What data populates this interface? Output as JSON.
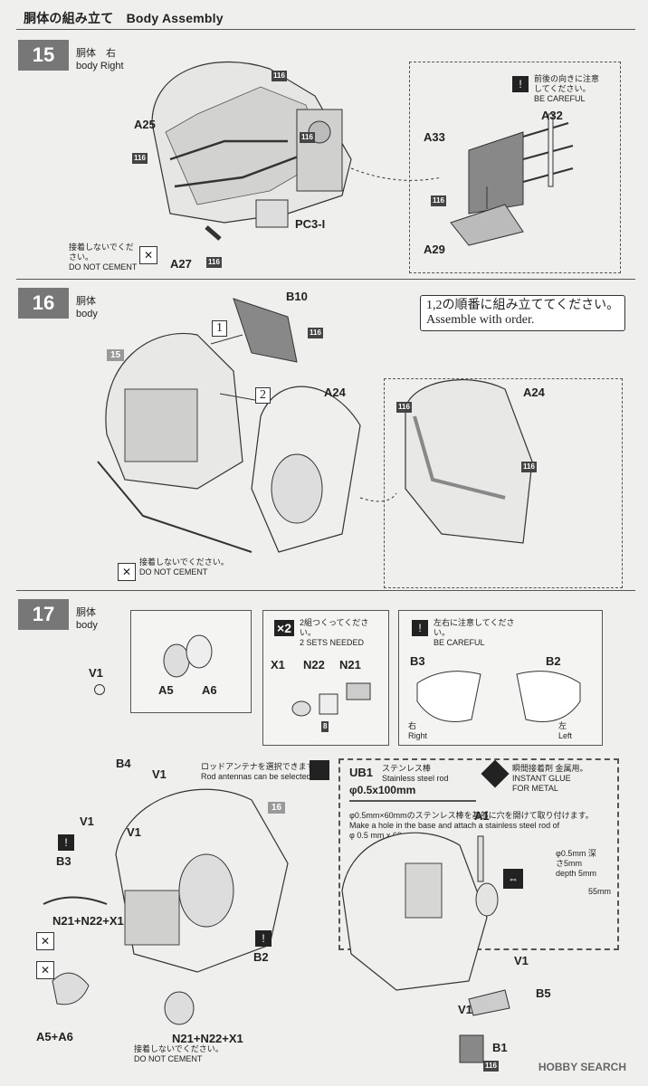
{
  "page_title": "胴体の組み立て　Body Assembly",
  "steps": [
    {
      "number": "15",
      "label_jp": "胴体　右",
      "label_en": "body Right",
      "parts": [
        "A25",
        "A27",
        "PC3-I",
        "A32",
        "A33",
        "A29"
      ],
      "badge": "116",
      "careful_jp": "前後の向きに注意してください。",
      "careful_en": "BE CAREFUL",
      "no_cement_jp": "接着しないでください。",
      "no_cement_en": "DO NOT CEMENT"
    },
    {
      "number": "16",
      "label_jp": "胴体",
      "label_en": "body",
      "parts": [
        "B10",
        "A24",
        "A24"
      ],
      "ref_step": "15",
      "order_jp": "1,2の順番に組み立ててください。",
      "order_en": "Assemble with order.",
      "order_marks": [
        "1",
        "2"
      ],
      "badge": "116",
      "no_cement_jp": "接着しないでください。",
      "no_cement_en": "DO NOT CEMENT"
    },
    {
      "number": "17",
      "label_jp": "胴体",
      "label_en": "body",
      "parts_box1": [
        "A5",
        "A6"
      ],
      "part_v1": "V1",
      "x2": "×2",
      "sets_jp": "2組つくってください。",
      "sets_en": "2 SETS NEEDED",
      "parts_box2": [
        "X1",
        "N22",
        "N21"
      ],
      "badge_8": "8",
      "careful_jp": "左右に注意してください。",
      "careful_en": "BE CAREFUL",
      "parts_box3": [
        "B3",
        "B2"
      ],
      "right_jp": "右",
      "right_en": "Right",
      "left_jp": "左",
      "left_en": "Left",
      "antenna_jp": "ロッドアンテナを選択できます。",
      "antenna_en": "Rod antennas can be selected.",
      "rod_code": "UB1",
      "rod_jp": "ステンレス棒",
      "rod_en": "Stainless steel rod",
      "rod_size": "φ0.5x100mm",
      "glue_jp": "瞬間接着剤 金属用。",
      "glue_en1": "INSTANT GLUE",
      "glue_en2": "FOR METAL",
      "rod_note_jp": "φ0.5mm×60mmのステンレス棒を基部に穴を開けて取り付けます。",
      "rod_note_en1": "Make a hole in the base and attach a stainless steel rod of",
      "rod_note_en2": "φ 0.5 mm x 60 mm.",
      "hole_note": "φ0.5mm 深さ5mm depth 5mm",
      "rod_len": "55mm",
      "main_parts": [
        "B4",
        "V1",
        "V1",
        "V1",
        "B3",
        "N21+N22+X1",
        "A5+A6",
        "N21+N22+X1",
        "B2",
        "A1",
        "V1",
        "B5",
        "V1",
        "B1"
      ],
      "ref_step": "16",
      "badge": "116",
      "no_cement_jp": "接着しないでください。",
      "no_cement_en": "DO NOT CEMENT"
    }
  ],
  "watermark": "HOBBY SEARCH"
}
